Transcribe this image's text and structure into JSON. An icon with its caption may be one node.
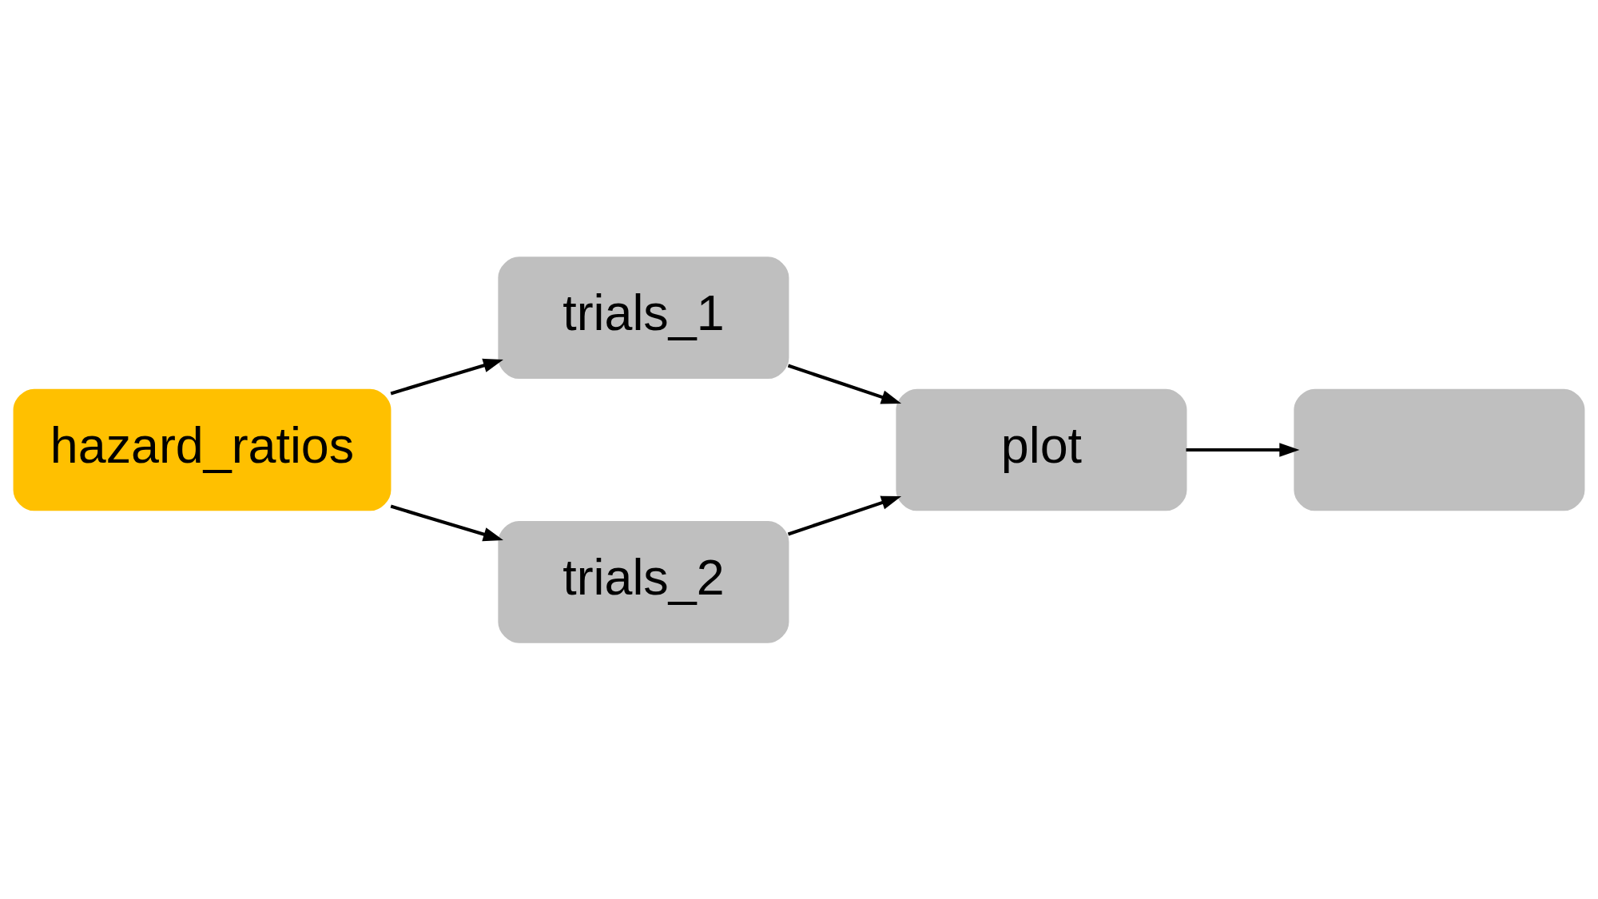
{
  "diagram": {
    "nodes": [
      {
        "text": [
          "hazard_ratios"
        ]
      },
      {
        "text": [
          "trials_1"
        ]
      },
      {
        "text": [
          "trials_2"
        ]
      },
      {
        "text": [
          "plot"
        ]
      },
      {
        "text": [],
        "shape": "box"
      }
    ],
    "edges": [
      {
        "from": 0,
        "to": 1,
        "arrow": "to"
      },
      {
        "from": 0,
        "to": 2,
        "arrow": "to"
      },
      {
        "from": 1,
        "to": 3,
        "arrow": "to"
      },
      {
        "from": 2,
        "to": 3,
        "arrow": "to"
      },
      {
        "from": 3,
        "to": 4,
        "arrow": "to"
      }
    ]
  }
}
